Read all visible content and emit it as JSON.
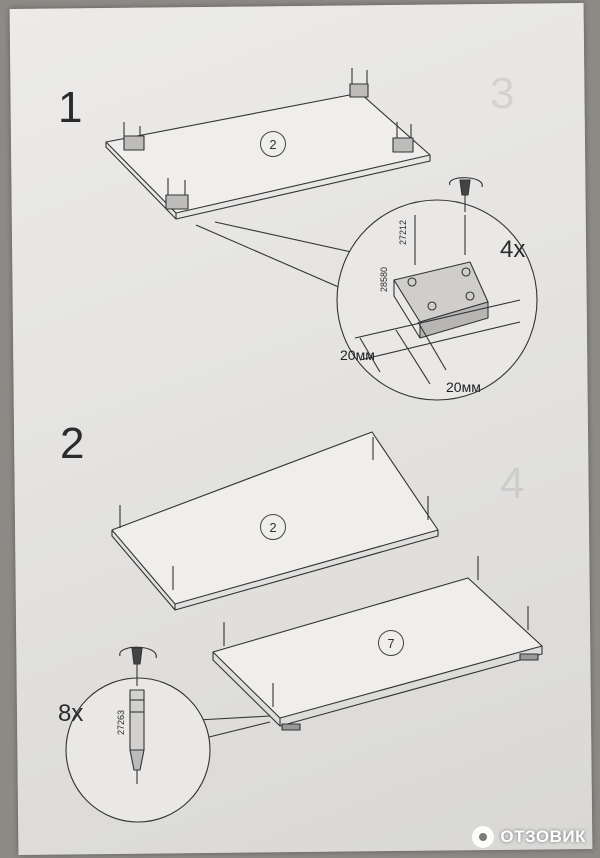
{
  "step1": {
    "number": "1",
    "part_label": "2",
    "multiplier": "4x",
    "part_code_screw": "27212",
    "part_code_foot": "28580",
    "dim_a": "20мм",
    "dim_b": "20мм"
  },
  "step2": {
    "number": "2",
    "part_label_top": "2",
    "part_label_bottom": "7",
    "multiplier": "8x",
    "part_code_dowel": "27263"
  },
  "ghost_marks": {
    "three": "3",
    "four": "4"
  },
  "watermark": {
    "text": "ОТЗОВИК",
    "icon": "otzovik-logo-icon"
  },
  "colors": {
    "paper": "#e6e5e3",
    "ink": "#2b2b2b",
    "background": "#8d8a86"
  }
}
